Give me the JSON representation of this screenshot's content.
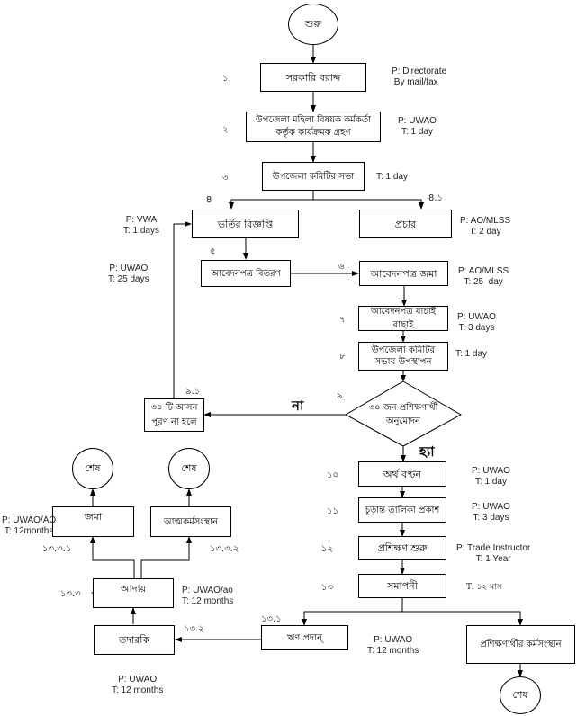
{
  "flowchart": {
    "start": {
      "label": "শুরু"
    },
    "steps": [
      {
        "id": "1",
        "num": "১",
        "label": "সরকারি বরাদ্দ",
        "note": "P: Directorate\n By mail/fax"
      },
      {
        "id": "2",
        "num": "২",
        "label": "উপজেলা মহিলা বিষয়ক কর্মকর্তা কর্তৃক কার্যক্রমক গ্রহণ",
        "note": "P: UWAO\nT: 1 day"
      },
      {
        "id": "3",
        "num": "৩",
        "label": "উপজেলা কমিটির সভা",
        "note": "T: 1 day"
      },
      {
        "id": "4",
        "num": "8",
        "label": "ভর্তির বিজ্ঞপ্তি",
        "note": "P: VWA\nT: 1 days"
      },
      {
        "id": "4.1",
        "num": "8.১",
        "label": "প্রচার",
        "note": "P: AO/MLSS\nT: 2 day"
      },
      {
        "id": "5",
        "num": "৫",
        "label": "আবেদনপত্র বিতরণ",
        "note": "P: UWAO\nT: 25 days"
      },
      {
        "id": "6",
        "num": "৬",
        "label": "আবেদনপত্র জমা",
        "note": "P: AO/MLSS\nT: 25  day"
      },
      {
        "id": "7",
        "num": "৭",
        "label": "আবেদনপত্র যাচাই বাছাই",
        "note": "P: UWAO\nT: 3 days"
      },
      {
        "id": "8",
        "num": "৮",
        "label": "উপজেলা কমিটির সভায় উপস্থাপন",
        "note": "T: 1 day"
      },
      {
        "id": "9",
        "num": "৯",
        "label": "৩০  জন প্রশিক্ষণার্থী অনুমোদন",
        "type": "decision"
      },
      {
        "id": "9.1",
        "num": "৯.১",
        "label": "৩০ টি  আসন পূরণ না হলে"
      },
      {
        "id": "10",
        "num": "১০",
        "label": "অর্থ বণ্টন",
        "note": "P: UWAO\nT: 1 day"
      },
      {
        "id": "11",
        "num": "১১",
        "label": "চূড়ান্ত তালিকা প্রকাশ",
        "note": "P: UWAO\nT: 3 days"
      },
      {
        "id": "12",
        "num": "১২",
        "label": "প্রশিক্ষণ শুরু",
        "note": "P: Trade Instructor\nT: 1 Year"
      },
      {
        "id": "13",
        "num": "১৩",
        "label": "সমাপনী",
        "note": "T: ১২ মাস"
      },
      {
        "id": "13.1",
        "num": "১৩.১",
        "label": "ঋণ প্রদান্",
        "note": "P: UWAO\nT: 12 months"
      },
      {
        "id": "13.2",
        "num": "১৩.২",
        "label": "তদারকি",
        "note": "P: UWAO\nT: 12 months"
      },
      {
        "id": "13.3",
        "num": "১৩.৩",
        "label": "আদায়",
        "note": "P: UWAO/ao\nT: 12 months"
      },
      {
        "id": "13.3.1",
        "num": "১৩.৩.১",
        "label": "জমা",
        "note": "P: UWAO/AO\nT: 12months"
      },
      {
        "id": "13.3.2",
        "num": "১৩.৩.২",
        "label": "আত্মকর্মসংস্থান"
      },
      {
        "id": "13.4",
        "label": "প্রশিক্ষণার্থীর কর্মসংস্থান"
      }
    ],
    "end_label": "শেষ",
    "decision": {
      "no": "না",
      "yes": "হ্যা"
    }
  }
}
